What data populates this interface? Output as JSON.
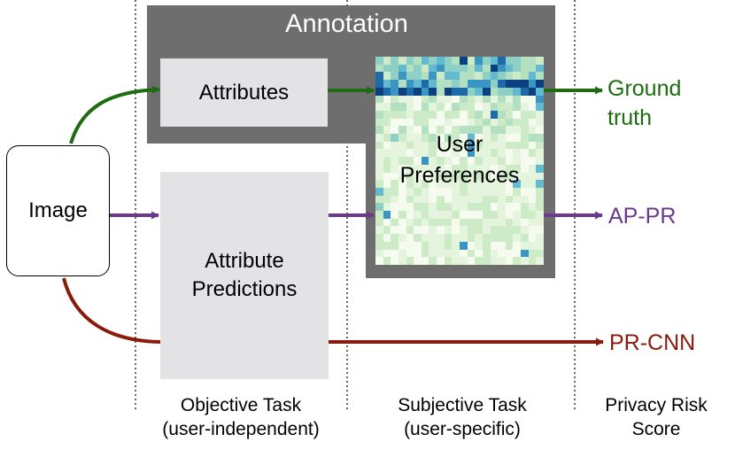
{
  "annotation": {
    "title": "Annotation"
  },
  "nodes": {
    "image": "Image",
    "attributes": "Attributes",
    "attribute_predictions": [
      "Attribute",
      "Predictions"
    ],
    "user_preferences": [
      "User",
      "Preferences"
    ]
  },
  "outputs": {
    "ground_truth": [
      "Ground",
      "truth"
    ],
    "ap_pr": "AP-PR",
    "pr_cnn": "PR-CNN"
  },
  "columns": {
    "objective": [
      "Objective Task",
      "(user-independent)"
    ],
    "subjective": [
      "Subjective Task",
      "(user-specific)"
    ],
    "privacy": [
      "Privacy Risk",
      "Score"
    ]
  },
  "colors": {
    "green": "#1e6b12",
    "purple": "#6b3a8c",
    "red": "#8a1a0c",
    "panel": "#6e6e6e",
    "box": "#e3e3e5"
  }
}
